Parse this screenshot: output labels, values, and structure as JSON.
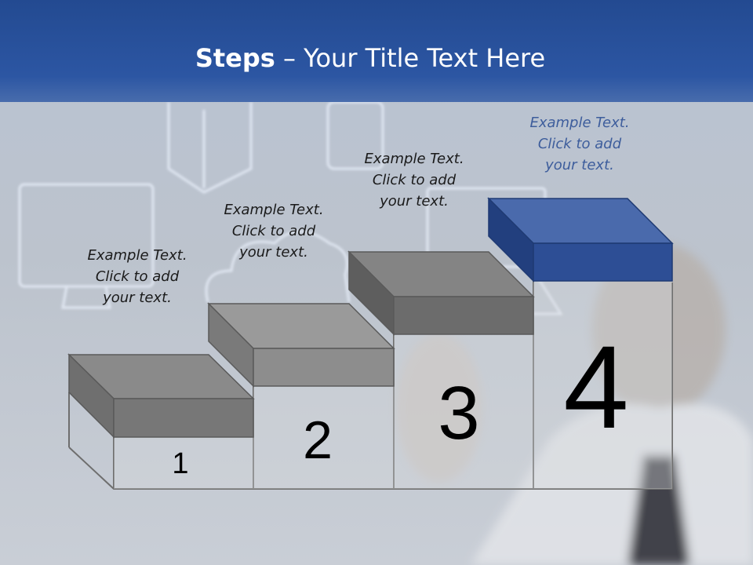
{
  "slide": {
    "title_bold": "Steps",
    "title_rest": " – Your Title Text Here"
  },
  "steps": [
    {
      "number": "1",
      "line1": "Example Text.",
      "line2": "Click  to add",
      "line3": "your text."
    },
    {
      "number": "2",
      "line1": "Example Text.",
      "line2": "Click  to add",
      "line3": "your text."
    },
    {
      "number": "3",
      "line1": "Example Text.",
      "line2": "Click  to add",
      "line3": "your text."
    },
    {
      "number": "4",
      "line1": "Example Text.",
      "line2": "Click  to add",
      "line3": "your text."
    }
  ],
  "colors": {
    "title_bar": "#2b54a0",
    "gray_block_top": "#8a8a8a",
    "gray_block_front": "#6d6d6d",
    "blue_block_top": "#4a6aac",
    "blue_block_front": "#2d4e95",
    "highlight_text": "#3d5d9c"
  },
  "background": {
    "icons": [
      "desktop-monitor-sketch",
      "computer-tower-sketch",
      "cloud-sketch",
      "tablet-sketch",
      "laptop-sketch"
    ],
    "person": "businessman-drawing-on-glass"
  }
}
